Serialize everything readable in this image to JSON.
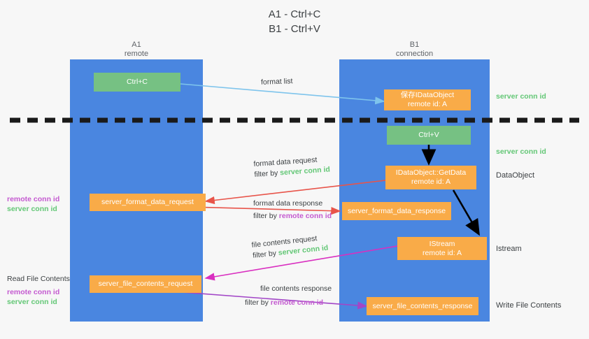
{
  "title": {
    "line1": "A1 - Ctrl+C",
    "line2": "B1 - Ctrl+V"
  },
  "columns": [
    {
      "name": "A1",
      "sub": "remote"
    },
    {
      "name": "B1",
      "sub": "connection"
    }
  ],
  "boxes": {
    "ctrl_c": {
      "label": "Ctrl+C"
    },
    "ctrl_v": {
      "label": "Ctrl+V"
    },
    "save_idataobject": {
      "label": "保存IDataObject",
      "sub": "remote id: A"
    },
    "getdata": {
      "label": "IDataObject::GetData",
      "sub": "remote id: A"
    },
    "istream": {
      "label": "IStream",
      "sub": "remote id: A"
    },
    "server_format_data_request": {
      "label": "server_format_data_request"
    },
    "server_format_data_response": {
      "label": "server_format_data_response"
    },
    "server_file_contents_request": {
      "label": "server_file_contents_request"
    },
    "server_file_contents_response": {
      "label": "server_file_contents_response"
    }
  },
  "right_labels": {
    "server_conn_id_1": "server conn id",
    "server_conn_id_2": "server conn id",
    "dataobject": "DataObject",
    "istream": "Istream",
    "write_file_contents": "Write File Contents"
  },
  "left_labels": {
    "remote_conn_id_1": "remote conn id",
    "server_conn_id_1": "server conn id",
    "read_file_contents": "Read File Contents",
    "remote_conn_id_2": "remote conn id",
    "server_conn_id_2": "server conn id"
  },
  "arrows": {
    "format_list": {
      "caption": "format list"
    },
    "format_data_request": {
      "caption": "format data request",
      "filter_prefix": "filter by ",
      "filter_value": "server conn id"
    },
    "format_data_response": {
      "caption": "format data response",
      "filter_prefix": "filter by ",
      "filter_value": "remote conn id"
    },
    "file_contents_request": {
      "caption": "file contents request",
      "filter_prefix": "filter by ",
      "filter_value": "server conn id"
    },
    "file_contents_response": {
      "caption": "file contents response",
      "filter_prefix": "filter by ",
      "filter_value": "remote conn id"
    }
  },
  "colors": {
    "lane": "#4a86e0",
    "green_box": "#76c183",
    "orange_box": "#f9ab48",
    "server_conn_id": "#63c776",
    "remote_conn_id": "#c45ad0",
    "blue_arrow": "#7ec4ec",
    "red_arrow": "#e8544a",
    "magenta_arrow": "#d92fc0",
    "purple_arrow": "#a246c7",
    "black_arrow": "#000000",
    "background": "#f7f7f7"
  }
}
